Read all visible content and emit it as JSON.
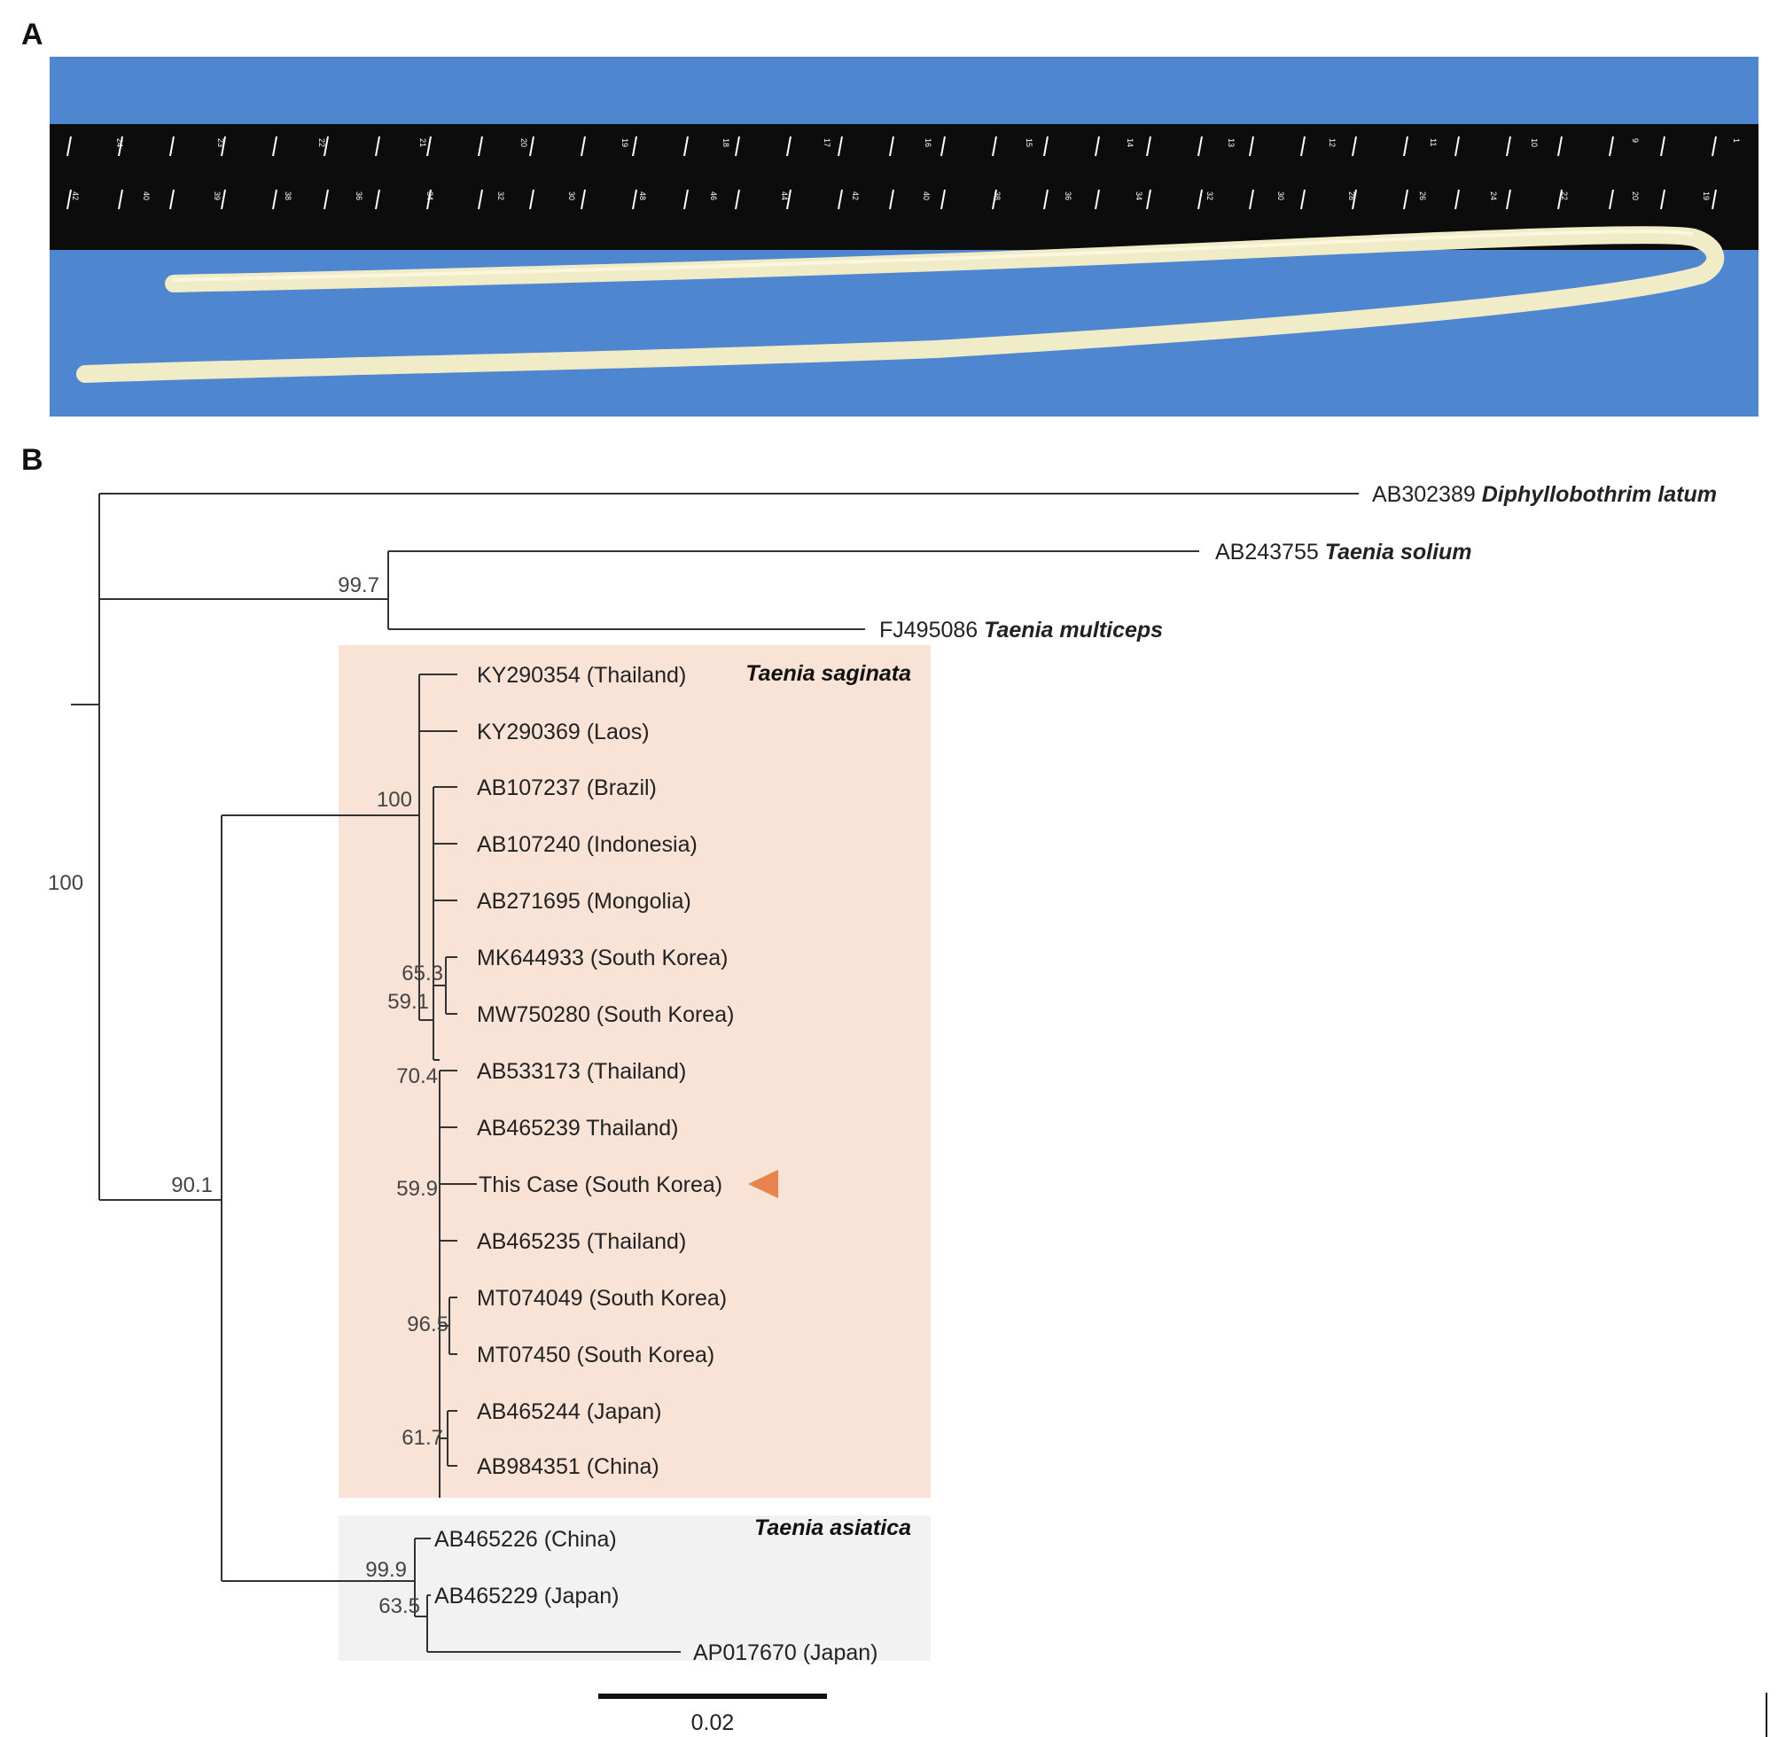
{
  "figure": {
    "panel_a_label": "A",
    "panel_b_label": "B"
  },
  "photo": {
    "ruler_numbers_top": [
      "24",
      "23",
      "22",
      "21",
      "20",
      "19",
      "18",
      "17",
      "16",
      "15",
      "14",
      "13",
      "12",
      "11",
      "10",
      "9",
      "1"
    ],
    "ruler_numbers_bottom": [
      "42",
      "40",
      "39",
      "38",
      "36",
      "34",
      "32",
      "30",
      "48",
      "46",
      "44",
      "42",
      "40",
      "38",
      "36",
      "34",
      "32",
      "30",
      "28",
      "26",
      "24",
      "22",
      "20",
      "19"
    ],
    "background_color": "#4f86d0",
    "specimen_color": "#f1ecc8"
  },
  "tree": {
    "outgroups": [
      {
        "accession": "AB302389",
        "species": "Diphyllobothrim latum"
      },
      {
        "accession": "AB243755",
        "species": "Taenia solium"
      },
      {
        "accession": "FJ495086",
        "species": "Taenia multiceps"
      }
    ],
    "saginata": {
      "title": "Taenia saginata",
      "color": "#f8e3d6",
      "leaves": [
        "KY290354 (Thailand)",
        "KY290369 (Laos)",
        "AB107237 (Brazil)",
        "AB107240 (Indonesia)",
        "AB271695 (Mongolia)",
        "MK644933 (South Korea)",
        "MW750280 (South Korea)",
        "AB533173 (Thailand)",
        "AB465239 Thailand)",
        "This Case (South Korea)",
        "AB465235 (Thailand)",
        "MT074049 (South Korea)",
        "MT07450 (South Korea)",
        "AB465244 (Japan)",
        "AB984351 (China)"
      ]
    },
    "asiatica": {
      "title": "Taenia asiatica",
      "color": "#f2f2f2",
      "leaves": [
        "AB465226 (China)",
        "AB465229 (Japan)",
        "AP017670 (Japan)"
      ]
    },
    "bootstrap": {
      "root": "100",
      "solium_multiceps": "99.7",
      "saginata_asiatica": "90.1",
      "saginata": "100",
      "korea_pair": "65.3",
      "inner_59_1": "59.1",
      "inner_70_4": "70.4",
      "inner_59_9": "59.9",
      "mt_pair": "96.5",
      "japan_china": "61.7",
      "asiatica": "99.9",
      "asiatica_inner": "63.5"
    },
    "marker_color": "#e8834e",
    "scale_label": "0.02"
  }
}
